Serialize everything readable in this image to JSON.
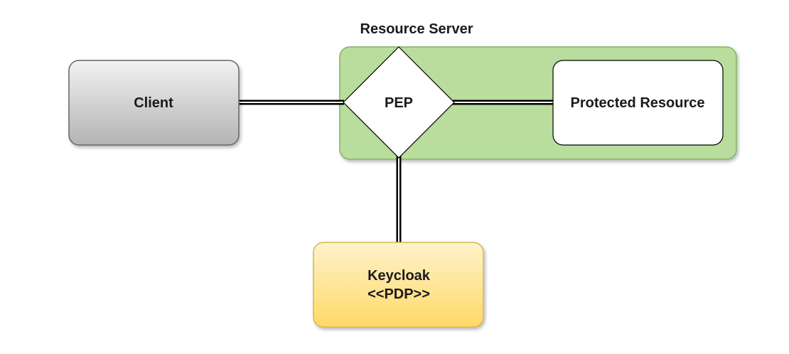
{
  "diagram": {
    "container_title": "Resource Server",
    "nodes": {
      "client": {
        "label": "Client"
      },
      "pep": {
        "label": "PEP"
      },
      "protected_resource": {
        "label": "Protected Resource"
      },
      "keycloak": {
        "label_line1": "Keycloak",
        "label_line2": "<<PDP>>"
      }
    },
    "connections": [
      {
        "from": "Client",
        "to": "PEP"
      },
      {
        "from": "PEP",
        "to": "Protected Resource"
      },
      {
        "from": "PEP",
        "to": "Keycloak"
      }
    ]
  },
  "colors": {
    "container_fill": "#b9dd9c",
    "container_stroke": "#82b366",
    "client_fill_top": "#f2f2f2",
    "client_fill_bottom": "#b3b3b3",
    "client_stroke": "#666666",
    "keycloak_fill_top": "#fff2cc",
    "keycloak_fill_bottom": "#ffd966",
    "keycloak_stroke": "#d6b656",
    "line": "#000000"
  }
}
